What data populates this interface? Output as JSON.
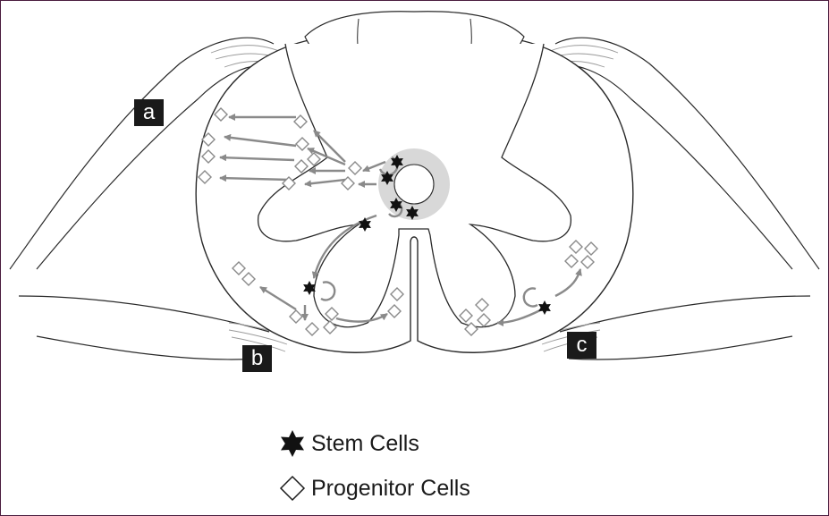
{
  "labels": {
    "a": "a",
    "b": "b",
    "c": "c"
  },
  "legend": {
    "stem": "Stem Cells",
    "progenitor": "Progenitor Cells"
  },
  "colors": {
    "outline": "#2a2a2a",
    "arrow": "#8a8a8a",
    "cell_fill": "#111111",
    "canal_ring": "#d8d8d8",
    "frame": "#4a1d3f"
  },
  "icons": {
    "stem": "star-icon",
    "progenitor": "diamond-icon"
  }
}
